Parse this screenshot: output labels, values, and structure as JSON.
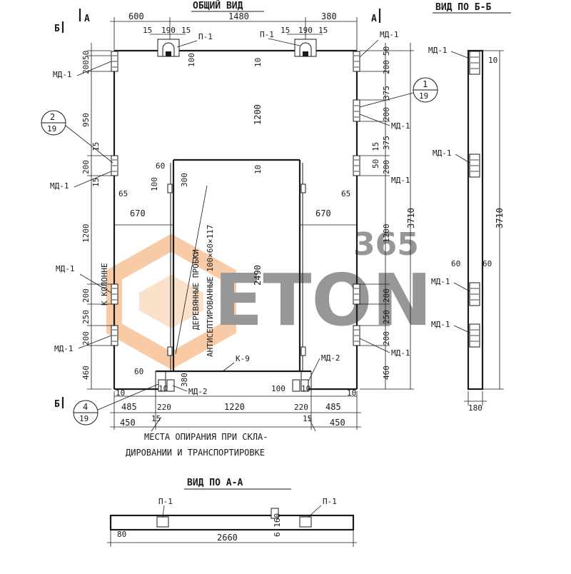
{
  "titles": {
    "general_view": "ОБЩИЙ ВИД",
    "view_b": "ВИД ПО Б-Б",
    "view_a": "ВИД ПО А-А"
  },
  "section_marks": {
    "a": "А",
    "b": "Б"
  },
  "callouts": {
    "c1": {
      "top": "1",
      "bottom": "19"
    },
    "c2": {
      "top": "2",
      "bottom": "19"
    },
    "c4": {
      "top": "4",
      "bottom": "19"
    }
  },
  "parts": {
    "md1": "МД-1",
    "md2": "МД-2",
    "p1": "П-1",
    "k9": "К-9"
  },
  "notes": {
    "to_column": "К КОЛОННЕ",
    "wood_bars_1": "ДЕРЕВЯННЫЕ ПРОБКИ",
    "wood_bars_2": "АНТИСЕПТИРОВАННЫЕ 100×60×117",
    "support_1": "МЕСТА ОПИРАНИЯ ПРИ СКЛА-",
    "support_2": "ДИРОВАНИИ И ТРАНСПОРТИРОВКЕ"
  },
  "dims": {
    "d600": "600",
    "d1480": "1480",
    "d380": "380",
    "d15": "15",
    "d190": "190",
    "d10": "10",
    "d100": "100",
    "d50": "50",
    "d200": "200",
    "d950": "950",
    "d1200": "1200",
    "d65": "65",
    "d670": "670",
    "d60": "60",
    "d300": "300",
    "d250": "250",
    "d460": "460",
    "d2490": "2490",
    "d375": "375",
    "d3710": "3710",
    "d485": "485",
    "d220": "220",
    "d1220": "1220",
    "d450": "450",
    "d80": "80",
    "d2660": "2660",
    "d180": "180",
    "d6160": "6.160"
  },
  "watermark": {
    "brand": "ETON",
    "number": "365"
  },
  "colors": {
    "ink": "#1a1a1a",
    "watermark_orange": "#f08c3c",
    "watermark_gray": "#7a7a7a"
  }
}
